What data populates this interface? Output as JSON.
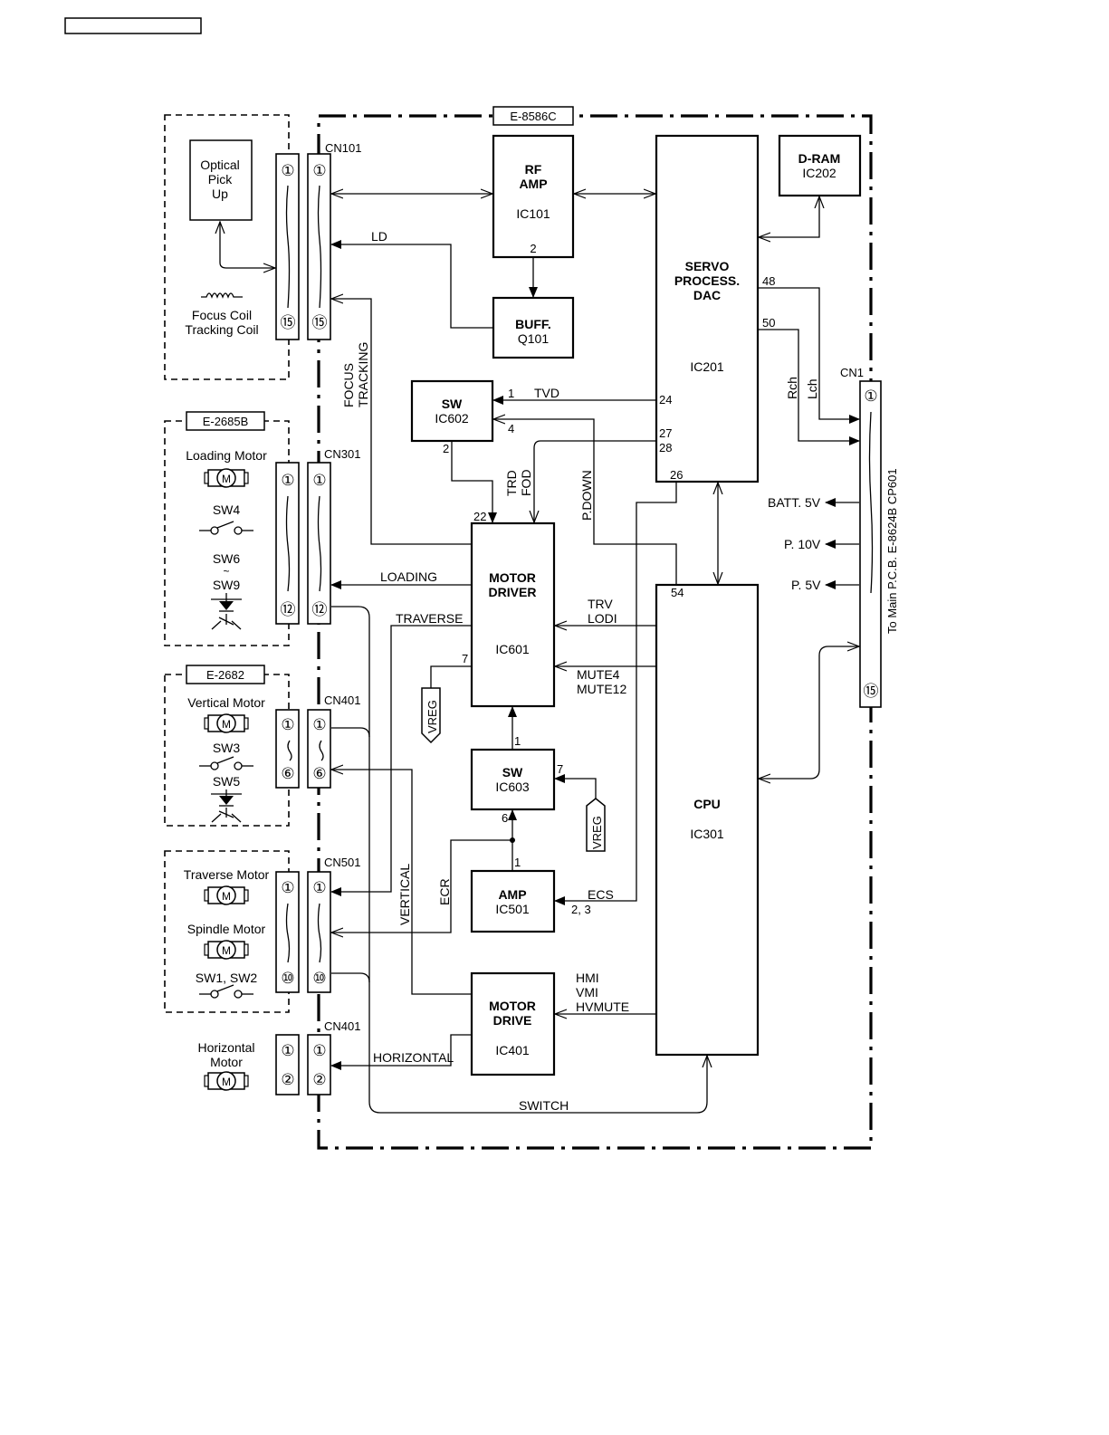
{
  "board": {
    "main": "E-8586C",
    "e2685b": "E-2685B",
    "e2682": "E-2682"
  },
  "chips": {
    "rf_amp_1": "RF",
    "rf_amp_2": "AMP",
    "rf_amp_ic": "IC101",
    "buff": "BUFF.",
    "buff_ic": "Q101",
    "servo_1": "SERVO",
    "servo_2": "PROCESS.",
    "servo_3": "DAC",
    "servo_ic": "IC201",
    "dram": "D-RAM",
    "dram_ic": "IC202",
    "sw602": "SW",
    "sw602_ic": "IC602",
    "motor_driver_1": "MOTOR",
    "motor_driver_2": "DRIVER",
    "motor_driver_ic": "IC601",
    "sw603": "SW",
    "sw603_ic": "IC603",
    "amp501": "AMP",
    "amp501_ic": "IC501",
    "motor_drive_1": "MOTOR",
    "motor_drive_2": "DRIVE",
    "motor_drive_ic": "IC401",
    "cpu": "CPU",
    "cpu_ic": "IC301"
  },
  "connectors": {
    "cn101": "CN101",
    "cn301": "CN301",
    "cn401a": "CN401",
    "cn501": "CN501",
    "cn401b": "CN401",
    "cn1": "CN1",
    "p1": "①",
    "p2": "②",
    "p6": "⑥",
    "p10": "⑩",
    "p12": "⑫",
    "p15": "⑮",
    "tilde": "~",
    "wave": "≀"
  },
  "components": {
    "optical_1": "Optical",
    "optical_2": "Pick",
    "optical_3": "Up",
    "focus_coil": "Focus Coil",
    "tracking_coil": "Tracking Coil",
    "loading_motor": "Loading Motor",
    "sw4": "SW4",
    "sw6": "SW6",
    "sw9": "SW9",
    "vertical_motor": "Vertical Motor",
    "sw3": "SW3",
    "sw5": "SW5",
    "traverse_motor": "Traverse Motor",
    "spindle_motor": "Spindle Motor",
    "sw1_sw2": "SW1, SW2",
    "horizontal_1": "Horizontal",
    "horizontal_2": "Motor",
    "motor_symbol": "M"
  },
  "signals": {
    "ld": "LD",
    "focus": "FOCUS",
    "tracking": "TRACKING",
    "tvd": "TVD",
    "trd": "TRD",
    "fod": "FOD",
    "p_down": "P.DOWN",
    "loading": "LOADING",
    "traverse": "TRAVERSE",
    "trv": "TRV",
    "lodi": "LODI",
    "mute4": "MUTE4",
    "mute12": "MUTE12",
    "vreg": "VREG",
    "vertical": "VERTICAL",
    "ecr": "ECR",
    "ecs": "ECS",
    "hmi": "HMI",
    "vmi": "VMI",
    "hvmute": "HVMUTE",
    "horizontal": "HORIZONTAL",
    "switch": "SWITCH",
    "rch": "Rch",
    "lch": "Lch",
    "batt5v": "BATT. 5V",
    "p10v": "P. 10V",
    "p5v": "P. 5V",
    "to_main": "To Main P.C.B. E-8624B CP601"
  },
  "pins": {
    "n1": "1",
    "n2": "2",
    "n4": "4",
    "n6": "6",
    "n7": "7",
    "n22": "22",
    "n24": "24",
    "n26": "26",
    "n27": "27",
    "n28": "28",
    "n48": "48",
    "n50": "50",
    "n54": "54",
    "n23": "2, 3"
  }
}
